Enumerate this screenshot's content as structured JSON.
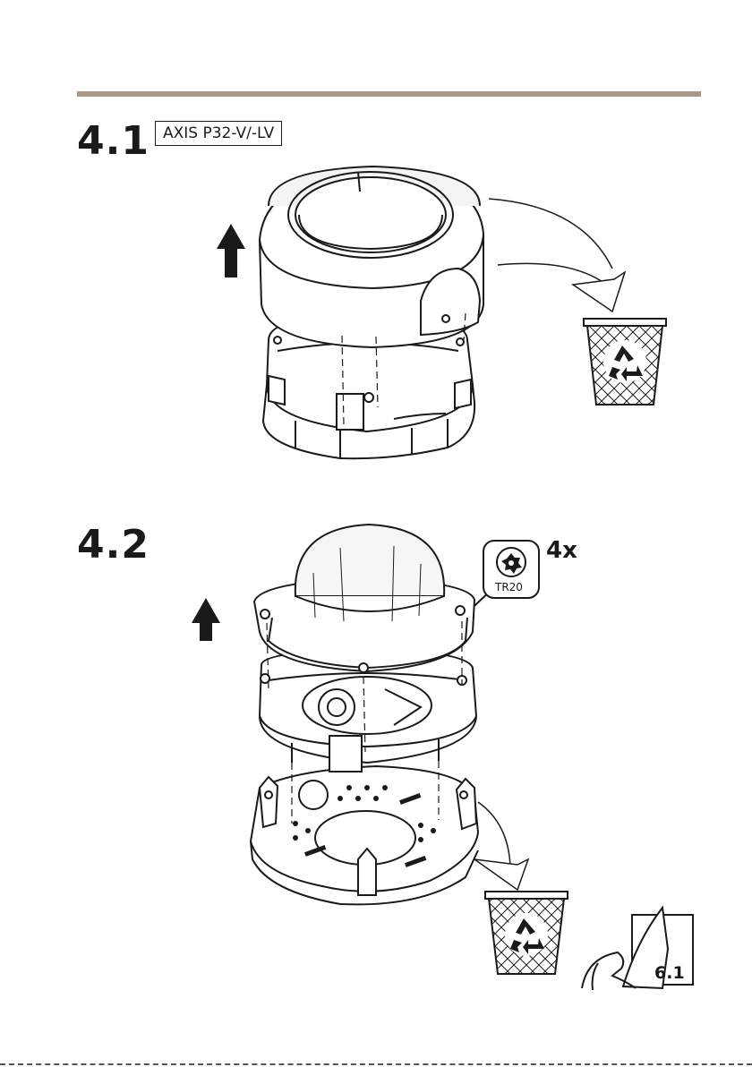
{
  "steps": [
    {
      "number": "4.1",
      "model": "AXIS P32-V/-LV"
    },
    {
      "number": "4.2",
      "screw_count": "4x",
      "tool": "TR20"
    }
  ],
  "reference": "6.1",
  "colors": {
    "rule": "#a89888",
    "ink": "#1a1a1a"
  },
  "icons": [
    "up-arrow-icon",
    "recycle-bin-icon",
    "torx-tool-icon",
    "page-reference-icon"
  ]
}
